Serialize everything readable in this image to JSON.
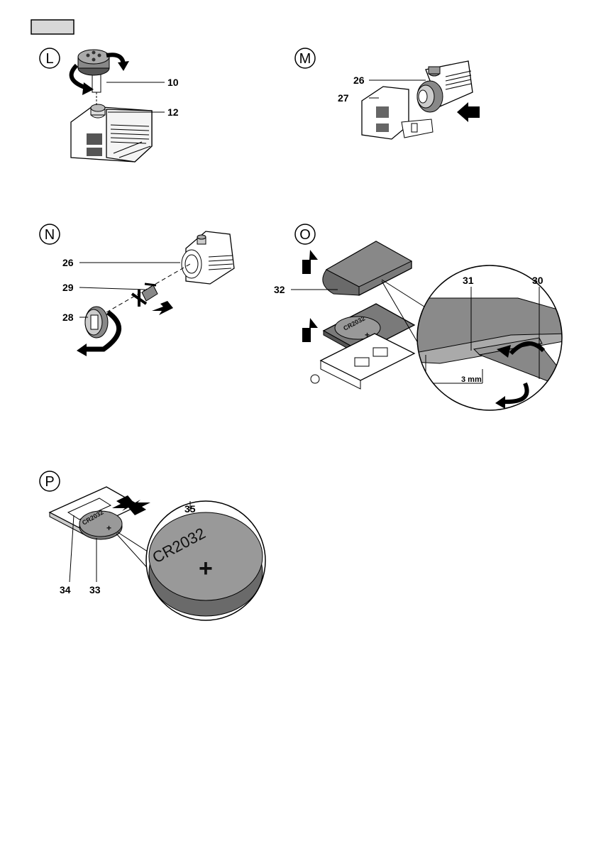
{
  "steps": {
    "L": {
      "letter": "L",
      "callouts": [
        "10",
        "12"
      ]
    },
    "M": {
      "letter": "M",
      "callouts": [
        "26",
        "27"
      ]
    },
    "N": {
      "letter": "N",
      "callouts": [
        "26",
        "29",
        "28"
      ]
    },
    "O": {
      "letter": "O",
      "callouts": [
        "31",
        "30",
        "32"
      ],
      "measure": "3 mm"
    },
    "P": {
      "letter": "P",
      "callouts": [
        "35",
        "34",
        "33"
      ]
    }
  },
  "battery": {
    "model": "CR2032",
    "polarity": "+"
  }
}
